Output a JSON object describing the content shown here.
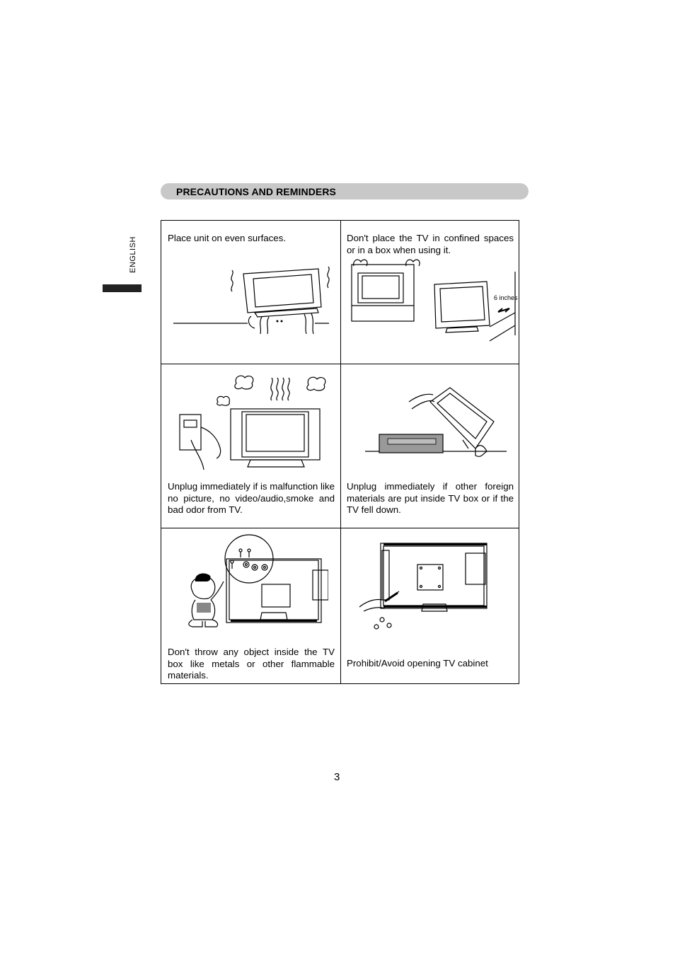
{
  "header": {
    "title": "PRECAUTIONS AND REMINDERS"
  },
  "side_tab": {
    "language": "ENGLISH"
  },
  "cells": [
    {
      "caption": "Place unit on even surfaces."
    },
    {
      "caption": "Don't place the TV in confined spaces or in a box when using it.",
      "figure_label": "6 inches"
    },
    {
      "caption": "Unplug immediately if is malfunction like no picture, no video/audio,smoke and bad odor from TV."
    },
    {
      "caption": "Unplug immediately if other foreign materials are put inside TV box or if the TV fell down."
    },
    {
      "caption": "Don't throw any object inside the TV box like metals or other flammable materials."
    },
    {
      "caption": "Prohibit/Avoid opening TV cabinet"
    }
  ],
  "footer": {
    "page_number": "3"
  }
}
